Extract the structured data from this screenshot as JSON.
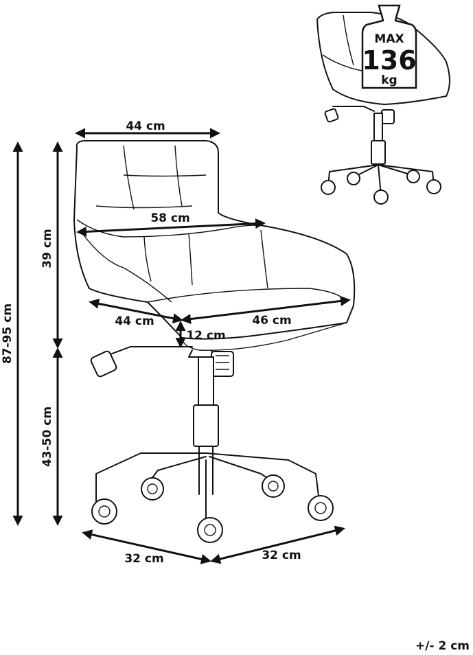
{
  "dimensions": {
    "width_top": "44 cm",
    "width_arms": "58 cm",
    "seat_depth": "44 cm",
    "seat_width": "46 cm",
    "seat_thickness": "12 cm",
    "backrest_height": "39 cm",
    "seat_height": "43-50 cm",
    "total_height": "87-95 cm",
    "base_left": "32 cm",
    "base_right": "32 cm"
  },
  "weight": {
    "prefix": "MAX",
    "value": "136",
    "unit": "kg"
  },
  "tolerance": "+/- 2 cm"
}
